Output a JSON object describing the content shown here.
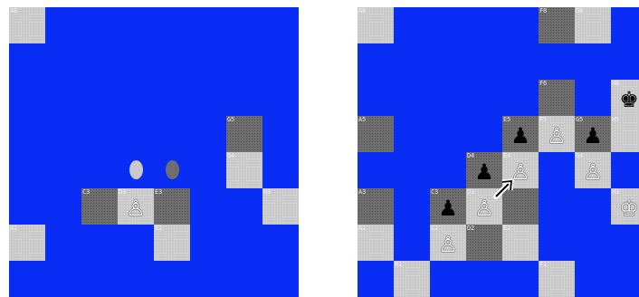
{
  "left_board": {
    "squares": [
      {
        "id": "A8",
        "label": "A8",
        "shade": "light"
      },
      {
        "id": "G5",
        "label": "G5",
        "shade": "dark"
      },
      {
        "id": "G4",
        "label": "G4",
        "shade": "light"
      },
      {
        "id": "C3",
        "label": "C3",
        "shade": "dark"
      },
      {
        "id": "D3",
        "label": "D3",
        "shade": "light",
        "piece": "♙",
        "piece_color": "white"
      },
      {
        "id": "E3",
        "label": "E3",
        "shade": "dark"
      },
      {
        "id": "H3",
        "label": "H3",
        "shade": "light"
      },
      {
        "id": "A2",
        "label": "A2",
        "shade": "light"
      },
      {
        "id": "E2",
        "label": "E2",
        "shade": "light"
      }
    ]
  },
  "right_board": {
    "squares": [
      {
        "id": "A8",
        "label": "A8",
        "shade": "light"
      },
      {
        "id": "F8",
        "label": "F8",
        "shade": "dark"
      },
      {
        "id": "G8",
        "label": "G8",
        "shade": "light"
      },
      {
        "id": "F6",
        "label": "F6",
        "shade": "dark"
      },
      {
        "id": "H6",
        "label": "H6",
        "shade": "light",
        "piece": "♚",
        "piece_color": "black"
      },
      {
        "id": "A5",
        "label": "A5",
        "shade": "dark"
      },
      {
        "id": "E5",
        "label": "E5",
        "shade": "dark",
        "piece": "♟",
        "piece_color": "black"
      },
      {
        "id": "F5",
        "label": "F5",
        "shade": "light",
        "piece": "♙",
        "piece_color": "white"
      },
      {
        "id": "G5",
        "label": "G5",
        "shade": "dark",
        "piece": "♟",
        "piece_color": "black"
      },
      {
        "id": "H5",
        "label": "H5",
        "shade": "light"
      },
      {
        "id": "D4",
        "label": "D4",
        "shade": "dark",
        "piece": "♟",
        "piece_color": "black"
      },
      {
        "id": "E4",
        "label": "E4",
        "shade": "light",
        "piece": "♙",
        "piece_color": "white"
      },
      {
        "id": "G4",
        "label": "G4",
        "shade": "light",
        "piece": "♙",
        "piece_color": "white"
      },
      {
        "id": "A3",
        "label": "A3",
        "shade": "dark"
      },
      {
        "id": "C3",
        "label": "C3",
        "shade": "dark",
        "piece": "♟",
        "piece_color": "black"
      },
      {
        "id": "D3",
        "label": "D3",
        "shade": "light",
        "piece": "♙",
        "piece_color": "white"
      },
      {
        "id": "E3",
        "label": "",
        "shade": "dark"
      },
      {
        "id": "H3",
        "label": "H3",
        "shade": "light",
        "piece": "♔",
        "piece_color": "white"
      },
      {
        "id": "A2",
        "label": "A2",
        "shade": "light"
      },
      {
        "id": "C2",
        "label": "C2",
        "shade": "light",
        "piece": "♙",
        "piece_color": "white"
      },
      {
        "id": "D2",
        "label": "D2",
        "shade": "dark"
      },
      {
        "id": "E2",
        "label": "E2",
        "shade": "light"
      },
      {
        "id": "B1",
        "label": "B1",
        "shade": "light"
      },
      {
        "id": "F1",
        "label": "F1",
        "shade": "light"
      }
    ],
    "move_arrow": {
      "from": "D3",
      "to": "E4"
    }
  },
  "colors": {
    "board_background": "#0a2df6",
    "light_square": "#c9c9c9",
    "dark_square": "#6e6e6e"
  }
}
